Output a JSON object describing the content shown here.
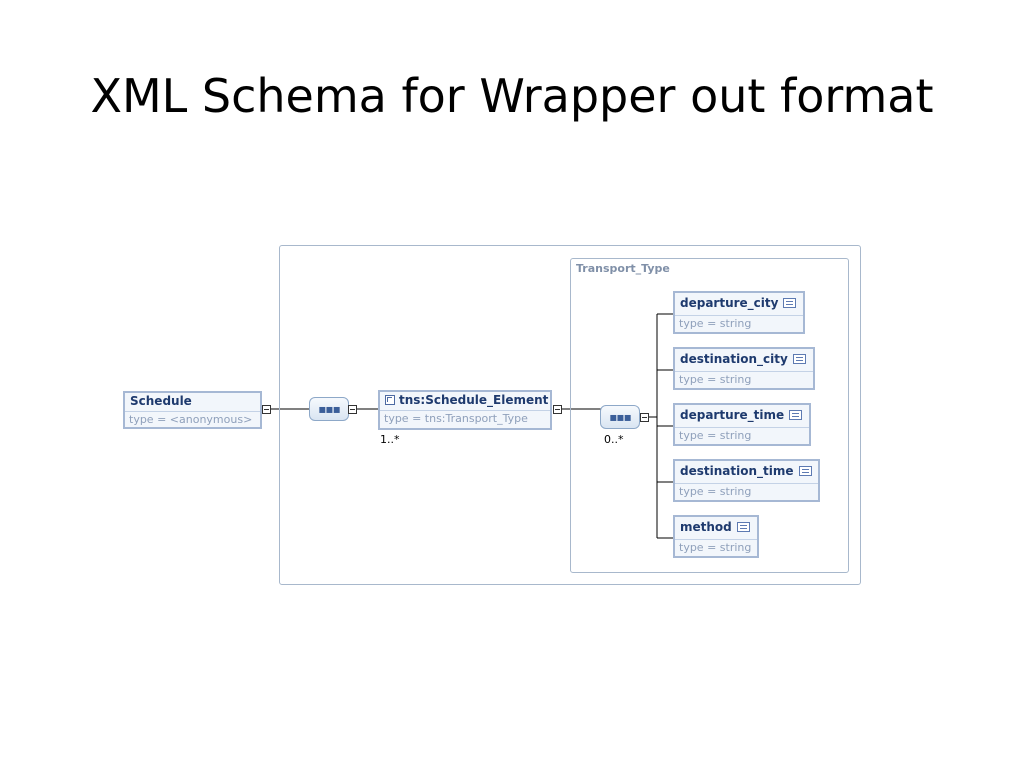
{
  "slide": {
    "title": "XML Schema for Wrapper out format"
  },
  "diagram": {
    "root": {
      "name": "Schedule",
      "type": "type = <anonymous>"
    },
    "element": {
      "name": "tns:Schedule_Element",
      "type": "type = tns:Transport_Type",
      "occurs": "1..*"
    },
    "complex_type": {
      "label": "Transport_Type",
      "sequence_occurs": "0..*"
    },
    "children": [
      {
        "name": "departure_city",
        "type": "type = string"
      },
      {
        "name": "destination_city",
        "type": "type = string"
      },
      {
        "name": "departure_time",
        "type": "type = string"
      },
      {
        "name": "destination_time",
        "type": "type = string"
      },
      {
        "name": "method",
        "type": "type = string"
      }
    ],
    "icons": {
      "documentation": "doc-icon",
      "reference": "ref-icon",
      "sequence": "sequence-icon",
      "collapse": "collapse-icon"
    }
  }
}
